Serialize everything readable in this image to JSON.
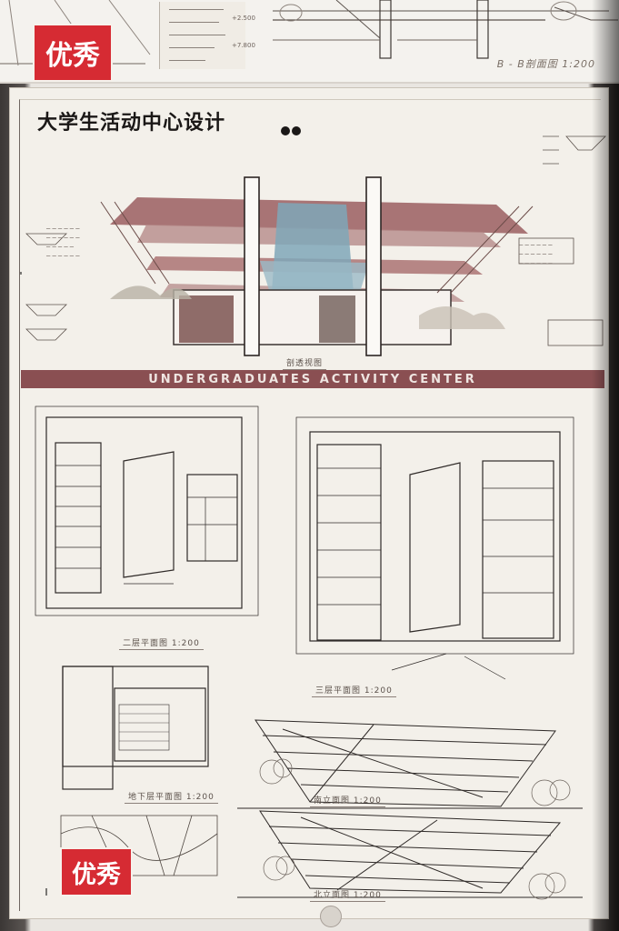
{
  "top_sheet": {
    "badge": "优秀",
    "section_caption": "B - B剖面图 1:200",
    "elev_a": "+2.500",
    "elev_b": "+7.800"
  },
  "board": {
    "title": "大学生活动中心设计",
    "banner": "UNDERGRADUATES  ACTIVITY  CENTER",
    "badge": "优秀",
    "captions": {
      "section": "剖透视图",
      "plan_2f": "二层平面图 1:200",
      "plan_3f": "三层平面图 1:200",
      "plan_b1": "地下层平面图 1:200",
      "elev_1": "南立面图 1:200",
      "elev_2": "北立面图 1:200"
    }
  },
  "colors": {
    "board_bg": "#f3f0ea",
    "accent_maroon": "#8a4f52",
    "badge_red": "#d62b33",
    "glass_blue": "#7fa7b8"
  }
}
